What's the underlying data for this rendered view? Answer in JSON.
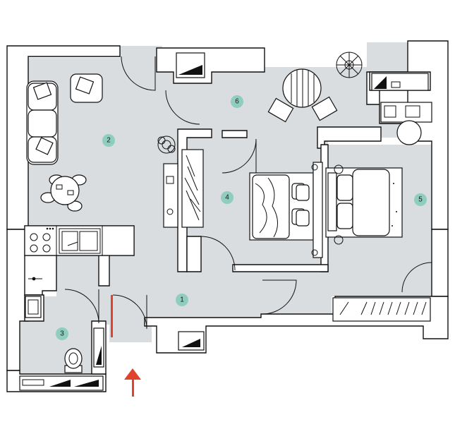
{
  "plan": {
    "rooms": [
      {
        "id": "1",
        "label": "1"
      },
      {
        "id": "2",
        "label": "2"
      },
      {
        "id": "3",
        "label": "3"
      },
      {
        "id": "4",
        "label": "4"
      },
      {
        "id": "5",
        "label": "5"
      },
      {
        "id": "6",
        "label": "6"
      }
    ],
    "colors": {
      "floor": "#d9dde0",
      "badge": "#8fcdbf",
      "entrance": "#e0432b",
      "wall": "#ffffff",
      "line": "#111111"
    },
    "icons": [
      "entrance-arrow-icon",
      "sofa-icon",
      "armchair-icon",
      "dining-table-icon",
      "kitchen-counter-icon",
      "sink-icon",
      "stove-icon",
      "toilet-icon",
      "bed-icon",
      "wardrobe-icon",
      "plant-icon",
      "window-icon"
    ]
  }
}
